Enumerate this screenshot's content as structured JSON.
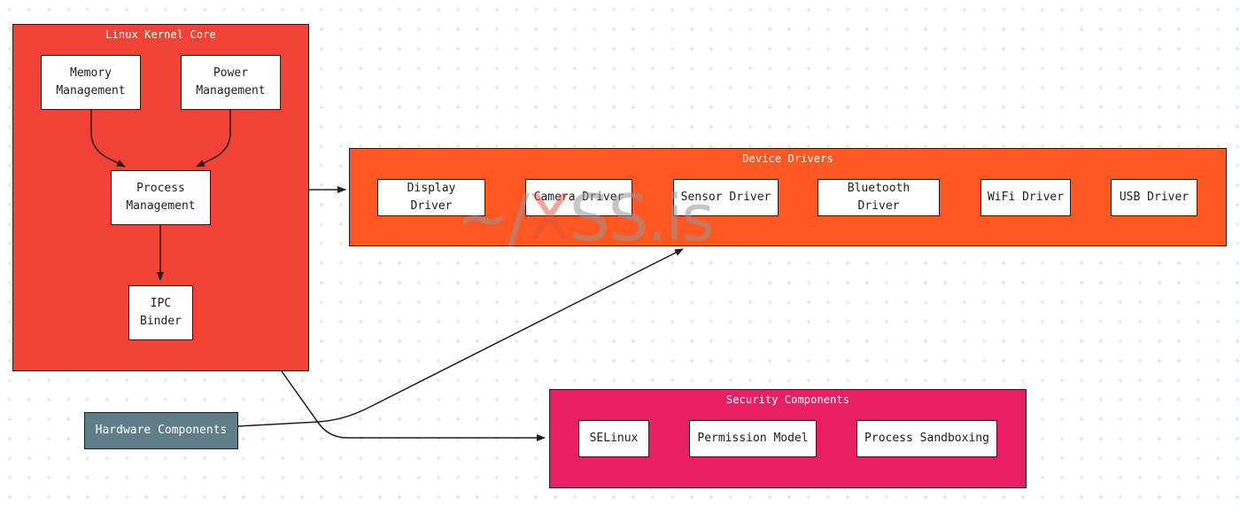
{
  "diagram": {
    "groups": {
      "kernel_core": "Linux Kernel Core",
      "device_drivers": "Device Drivers",
      "security": "Security Components"
    },
    "nodes": {
      "memory_management": "Memory\nManagement",
      "power_management": "Power\nManagement",
      "process_management": "Process\nManagement",
      "ipc_binder": "IPC\nBinder",
      "display_driver": "Display Driver",
      "camera_driver": "Camera Driver",
      "sensor_driver": "Sensor Driver",
      "bluetooth_driver": "Bluetooth Driver",
      "wifi_driver": "WiFi Driver",
      "usb_driver": "USB Driver",
      "selinux": "SELinux",
      "permission_model": "Permission Model",
      "process_sandboxing": "Process Sandboxing",
      "hardware_components": "Hardware Components"
    },
    "colors": {
      "kernel_core": "#f44336",
      "device_drivers": "#ff5722",
      "security": "#e91e63",
      "hardware": "#607d8b"
    }
  },
  "watermark": {
    "part1": "~/",
    "part2": "X",
    "part3": "SS.is"
  }
}
